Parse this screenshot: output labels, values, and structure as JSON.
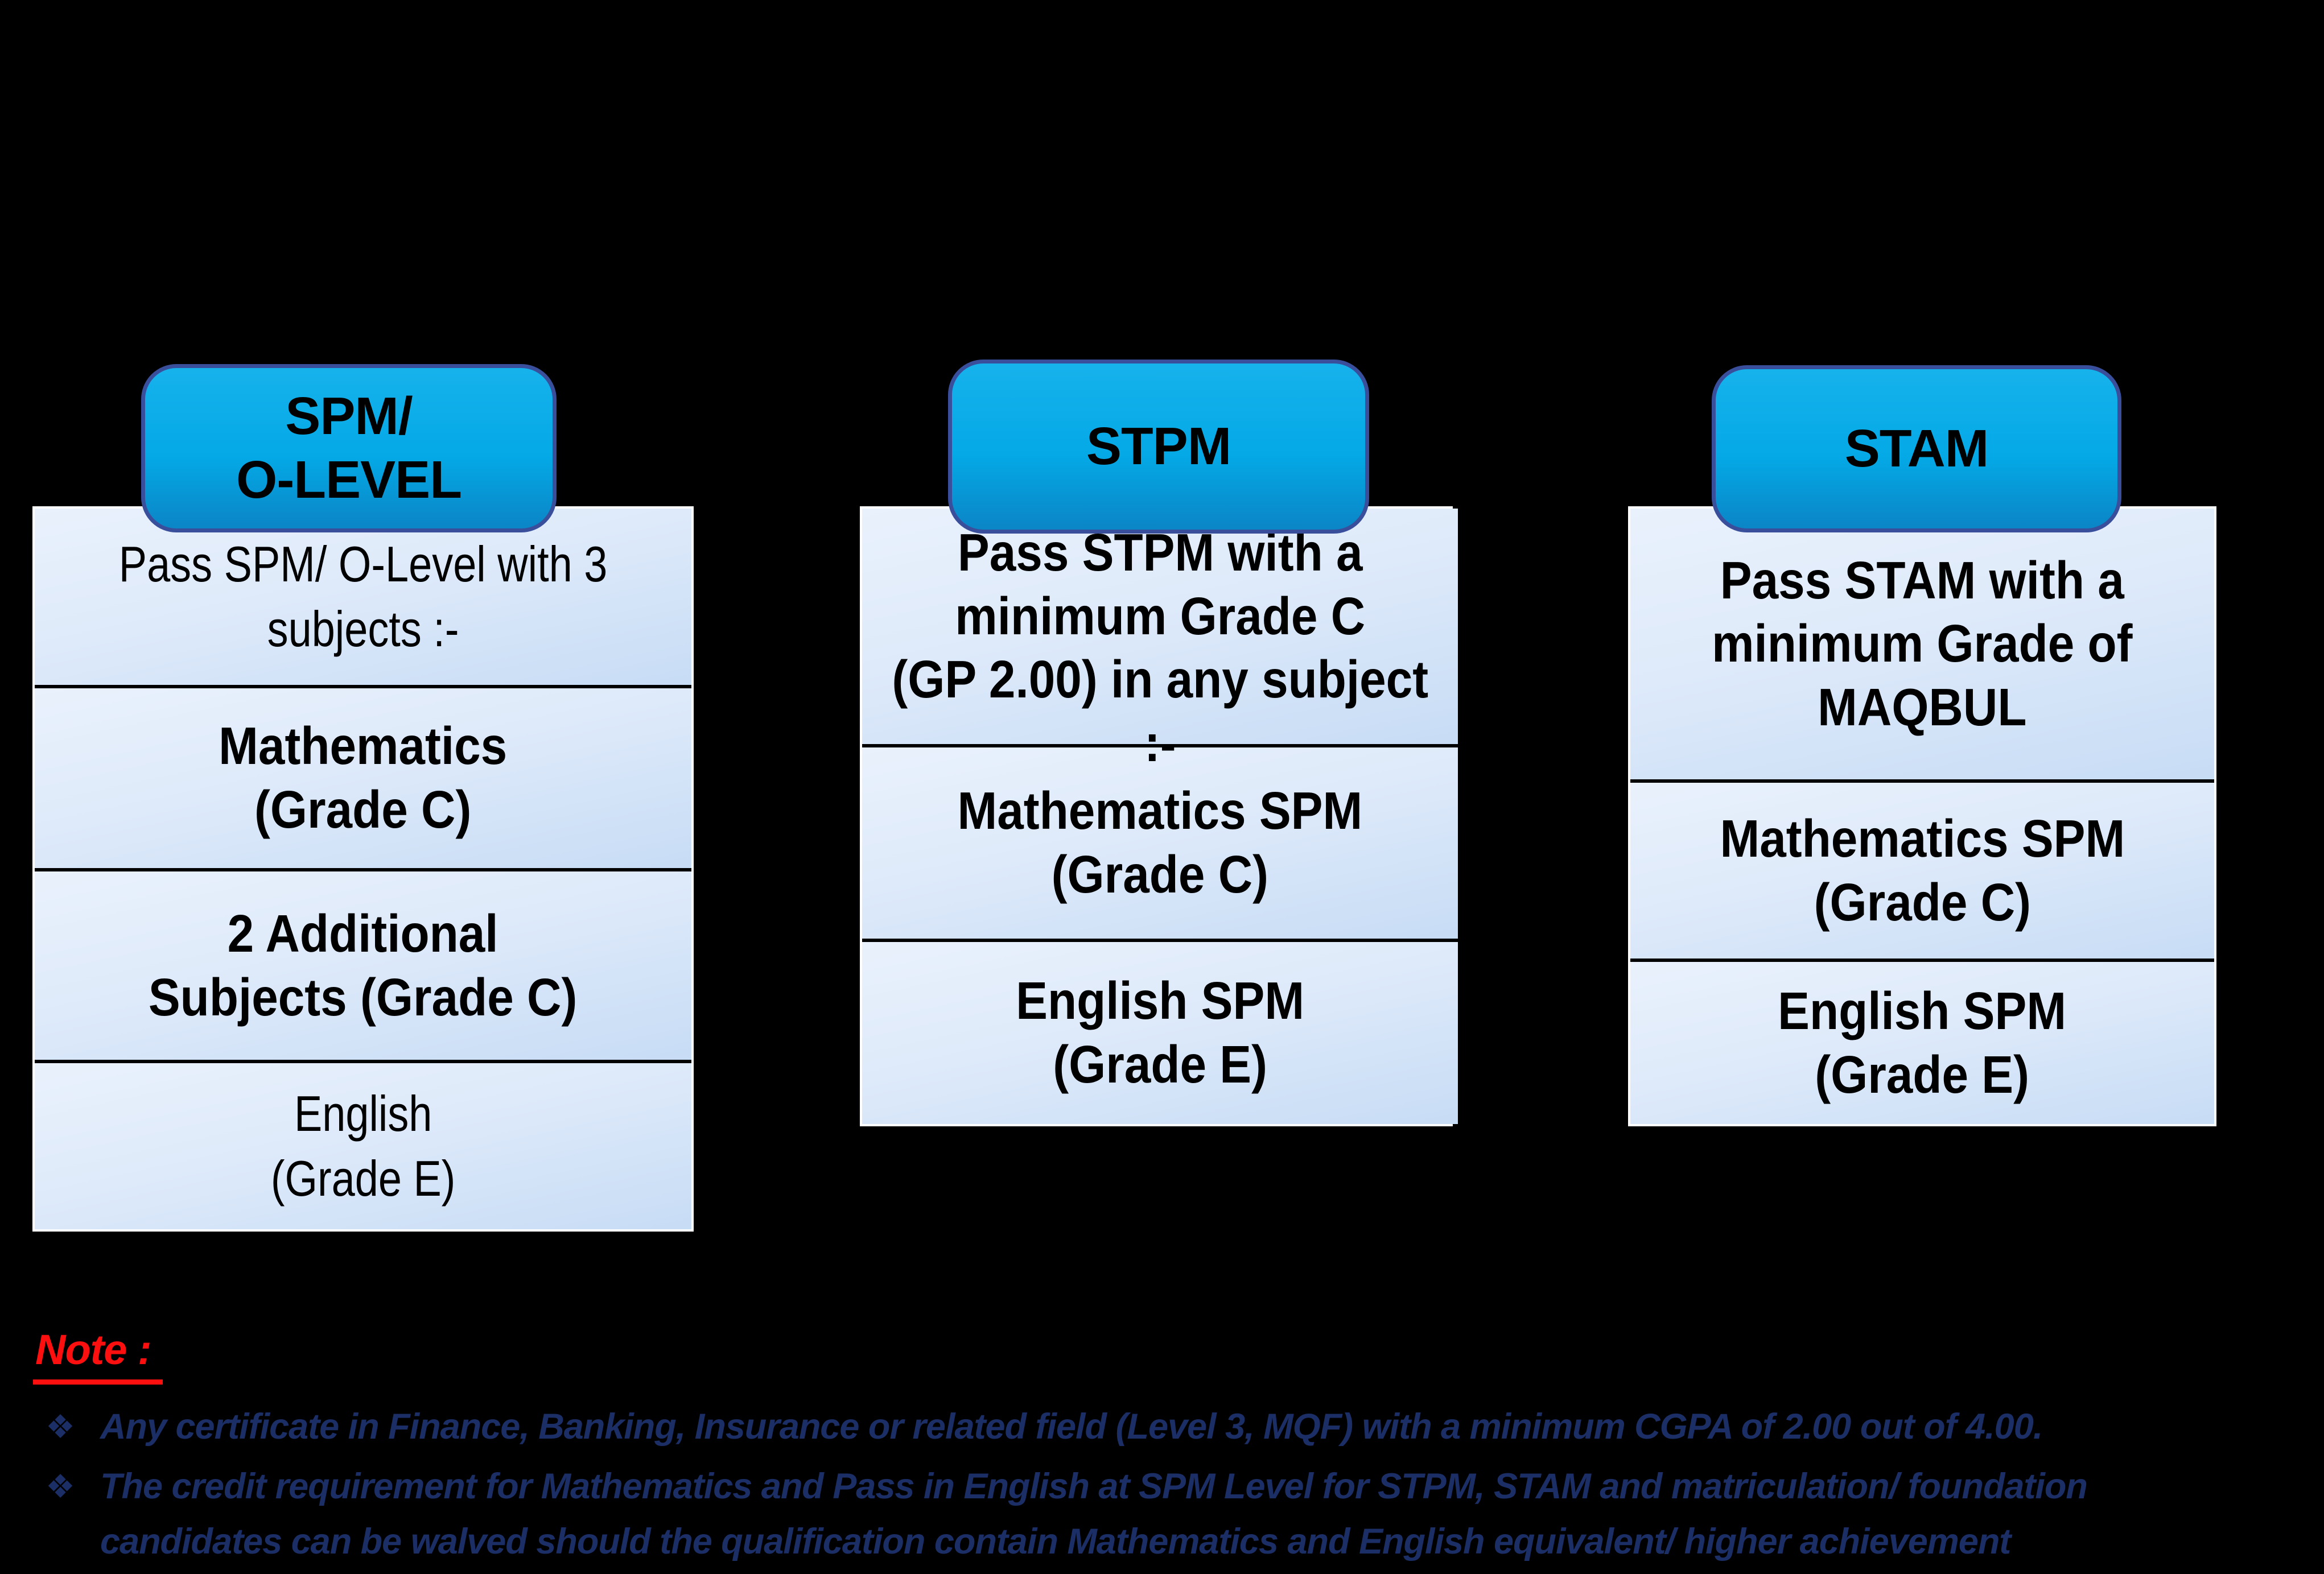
{
  "columns": [
    {
      "tab": "SPM/\nO-LEVEL",
      "rows": [
        {
          "text": "Pass SPM/ O-Level with 3\nsubjects :-",
          "style": "light"
        },
        {
          "text": "Mathematics\n(Grade C)",
          "style": "bold"
        },
        {
          "text": "2 Additional\nSubjects (Grade C)",
          "style": "bold"
        },
        {
          "text": "English\n(Grade E)",
          "style": "light"
        }
      ]
    },
    {
      "tab": "STPM",
      "rows": [
        {
          "text": "Pass STPM with a\nminimum Grade C\n(GP 2.00) in any subject\n:-",
          "style": "bold"
        },
        {
          "text": "Mathematics SPM\n(Grade C)",
          "style": "bold"
        },
        {
          "text": "English SPM\n(Grade E)",
          "style": "bold"
        }
      ]
    },
    {
      "tab": "STAM",
      "rows": [
        {
          "text": "Pass STAM with a\nminimum Grade of\nMAQBUL",
          "style": "bold"
        },
        {
          "text": "Mathematics SPM\n(Grade C)",
          "style": "bold"
        },
        {
          "text": "English SPM\n(Grade E)",
          "style": "bold"
        }
      ]
    }
  ],
  "note": {
    "heading": "Note :",
    "bullet_glyph": "❖",
    "bullets": [
      "Any certificate in Finance, Banking, Insurance or related field (Level 3, MQF) with a minimum CGPA of 2.00 out of 4.00.",
      "The credit requirement for Mathematics and Pass in English at SPM Level for STPM, STAM and matriculation/ foundation\ncandidates can be walved should the qualification contain Mathematics and English equivalent/ higher achievement"
    ]
  },
  "colors": {
    "background": "#000000",
    "tab_fill": "#00AEEF",
    "tab_border": "#3A4F9C",
    "box_fill_light": "#E9F1FC",
    "box_fill_dark": "#C7DCF5",
    "box_border": "#000000",
    "note_heading_red": "#FB0F0F",
    "note_text_navy": "#1B2F66"
  }
}
